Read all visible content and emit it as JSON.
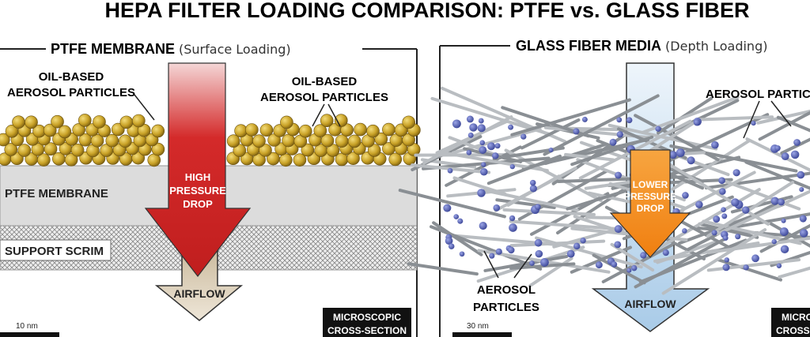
{
  "title": "HEPA FILTER LOADING COMPARISON: PTFE vs. GLASS FIBER",
  "left": {
    "heading_bold": "PTFE MEMBRANE",
    "heading_sub": "(Surface Loading)",
    "particles_label_left": [
      "OIL-BASED",
      "AEROSOL PARTICLES"
    ],
    "particles_label_right": [
      "OIL-BASED",
      "AEROSOL PARTICLES"
    ],
    "membrane_label": "PTFE MEMBRANE",
    "scrim_label": "SUPPORT SCRIM",
    "pressure_label": [
      "HIGH",
      "PRESSURE",
      "DROP"
    ],
    "airflow_label": "AIRFLOW",
    "scale_label": "10 nm",
    "badge": [
      "MICROSCOPIC",
      "CROSS-SECTION"
    ]
  },
  "right": {
    "heading_bold": "GLASS FIBER MEDIA",
    "heading_sub": "(Depth Loading)",
    "particles_label_top": "AEROSOL PARTICLES",
    "particles_label_bottom": [
      "AEROSOL",
      "PARTICLES"
    ],
    "pressure_label": [
      "LOWER",
      "PRESSURE",
      "DROP"
    ],
    "airflow_label": "AIRFLOW",
    "scale_label": "30 nm",
    "badge": [
      "MICROSCOPIC",
      "CROSS-SECTION"
    ]
  },
  "colors": {
    "particle_gold": "#c9a227",
    "particle_blue": "#4a55a8",
    "high_pressure_red": "#d42a2a",
    "lower_pressure_orange": "#f28c1e",
    "airflow_beige": "#d9cbb3",
    "airflow_blue": "#b8d4ec",
    "membrane_gray": "#dcdcdc"
  }
}
